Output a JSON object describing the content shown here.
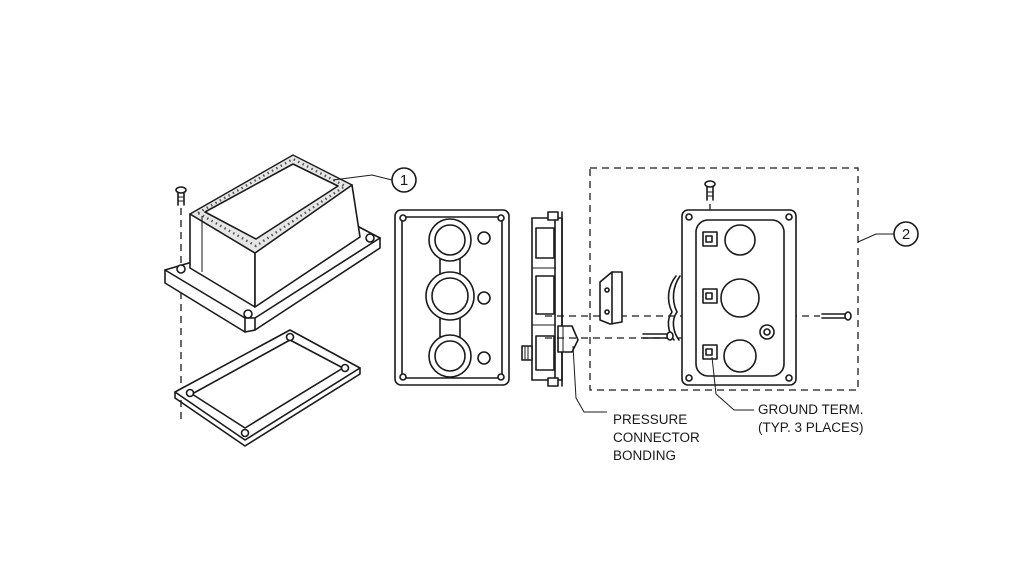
{
  "callouts": {
    "part_1": "1",
    "part_2": "2"
  },
  "labels": {
    "pressure_connector": [
      "PRESSURE",
      "CONNECTOR",
      "BONDING"
    ],
    "ground_term": [
      "GROUND TERM.",
      "(TYP. 3 PLACES)"
    ]
  }
}
